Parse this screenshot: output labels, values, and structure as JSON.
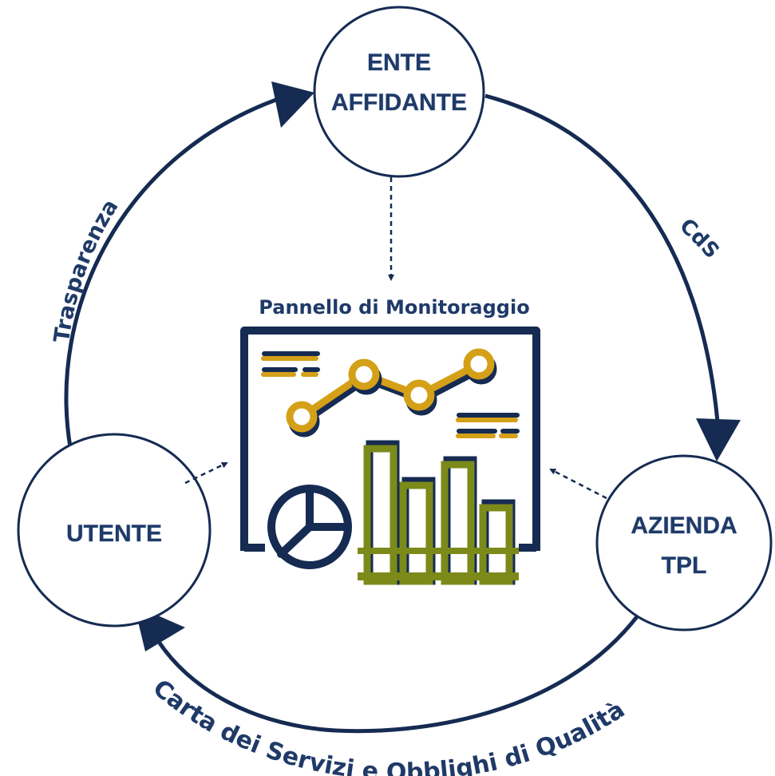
{
  "nodes": {
    "ente": {
      "line1": "ENTE",
      "line2": "AFFIDANTE"
    },
    "azienda": {
      "line1": "AZIENDA",
      "line2": "TPL"
    },
    "utente": {
      "line1": "UTENTE"
    }
  },
  "flows": {
    "trasparenza": "Trasparenza",
    "cds": "CdS",
    "carta": "Carta dei Servizi e Obblighi di Qualità"
  },
  "panel": {
    "title": "Pannello di Monitoraggio"
  },
  "colors": {
    "navy": "#152b52",
    "text": "#1f3a68",
    "gold": "#d4a017",
    "olive": "#7c8a1a"
  }
}
